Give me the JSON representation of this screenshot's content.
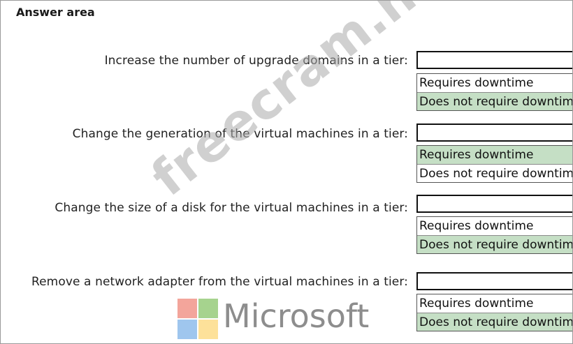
{
  "answer_area_title": "Answer area",
  "questions": [
    {
      "label": "Increase the number of upgrade domains in a tier:",
      "options": [
        "Requires downtime",
        "Does not require downtime"
      ],
      "selected_index": 1
    },
    {
      "label": "Change the generation of the virtual machines in a tier:",
      "options": [
        "Requires downtime",
        "Does not require downtime"
      ],
      "selected_index": 0
    },
    {
      "label": "Change the size of a disk for the virtual machines in a tier:",
      "options": [
        "Requires downtime",
        "Does not require downtime"
      ],
      "selected_index": 1
    },
    {
      "label": "Remove a network adapter from  the virtual machines in a tier:",
      "options": [
        "Requires downtime",
        "Does not require downtime"
      ],
      "selected_index": 1
    }
  ],
  "selected_color": "#c5dfc5",
  "watermark": "freecram.net",
  "logo": {
    "name": "Microsoft",
    "colors": [
      "#f3a59b",
      "#a6d38e",
      "#9fc6ee",
      "#fde19a"
    ]
  }
}
